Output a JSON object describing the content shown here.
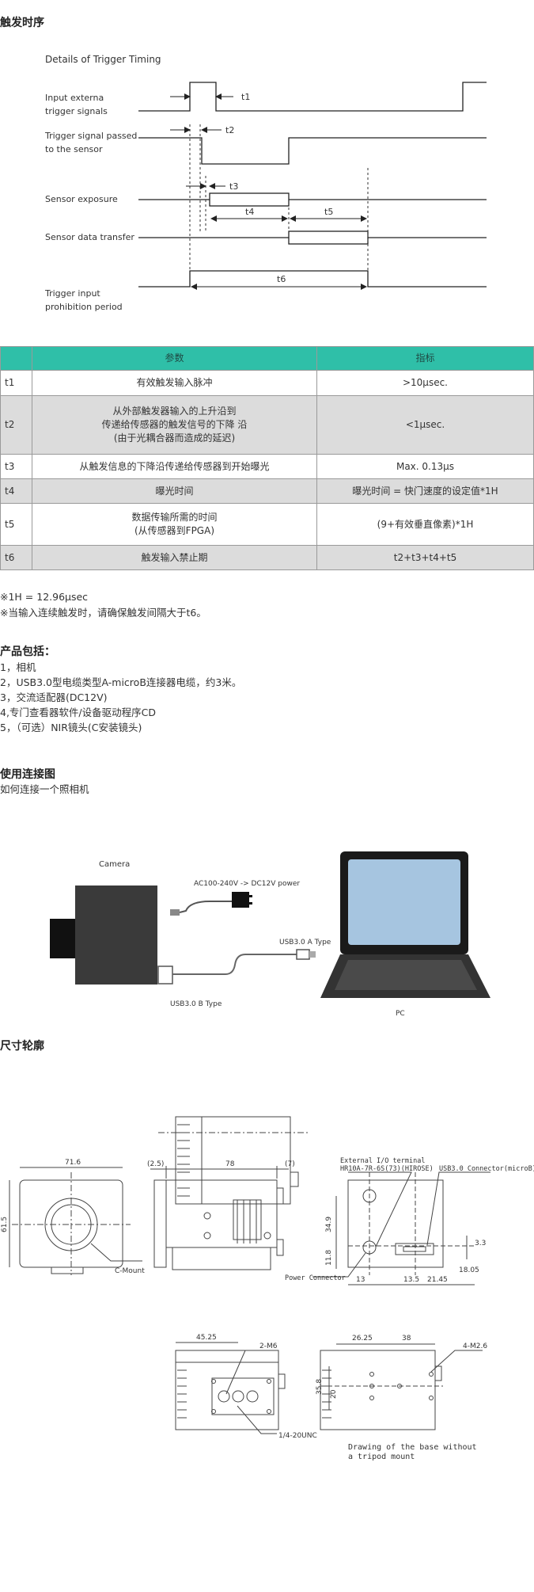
{
  "headings": {
    "timing": "触发时序",
    "package": "产品包括：",
    "connection": "使用连接图",
    "dimensions": "尺寸轮廓"
  },
  "timing_diagram": {
    "title": "Details of Trigger  Timing",
    "rows": [
      {
        "label1": "Input externa",
        "label2": "trigger signals"
      },
      {
        "label1": "Trigger signal passed",
        "label2": "to the sensor"
      },
      {
        "label1": "Sensor exposure",
        "label2": ""
      },
      {
        "label1": "Sensor data transfer",
        "label2": ""
      },
      {
        "label1": "Trigger input",
        "label2": "prohibition period"
      }
    ],
    "markers": [
      "t1",
      "t2",
      "t3",
      "t4",
      "t5",
      "t6"
    ]
  },
  "spec_table": {
    "headers": [
      "",
      "参数",
      "指标"
    ],
    "rows": [
      {
        "key": "t1",
        "param": [
          "有效触发输入脉冲"
        ],
        "value": ">10μsec."
      },
      {
        "key": "t2",
        "param": [
          "从外部触发器输入的上升沿到",
          "传递给传感器的触发信号的下降 沿",
          "(由于光耦合器而造成的延迟)"
        ],
        "value": "<1μsec."
      },
      {
        "key": "t3",
        "param": [
          "从触发信息的下降沿传递给传感器到开始曝光"
        ],
        "value": "Max.  0.13μs"
      },
      {
        "key": "t4",
        "param": [
          "曝光时间"
        ],
        "value": "曝光时间 = 快门速度的设定值*1H"
      },
      {
        "key": "t5",
        "param": [
          "数据传输所需的时间",
          "(从传感器到FPGA)"
        ],
        "value": "(9+有效垂直像素)*1H"
      },
      {
        "key": "t6",
        "param": [
          "触发输入禁止期"
        ],
        "value": "t2+t3+t4+t5"
      }
    ]
  },
  "notes": [
    "※1H = 12.96μsec",
    "※当输入连续触发时，请确保触发间隔大于t6。"
  ],
  "package_items": [
    "1，相机",
    "2，USB3.0型电缆类型A-microB连接器电缆，约3米。",
    "3，交流适配器(DC12V)",
    "4,专门查看器软件/设备驱动程序CD",
    "5，（可选）NIR镜头(C安装镜头)"
  ],
  "connection": {
    "subtitle": "如何连接一个照相机",
    "camera_label": "Camera",
    "power_label": "AC100-240V -> DC12V power",
    "usb_a_label": "USB3.0 A Type",
    "usb_b_label": "USB3.0 B Type",
    "pc_label": "PC"
  },
  "drawing": {
    "front_width": "71.6",
    "front_height": "61.5",
    "c_mount": "C-Mount",
    "side_left": "(2.5)",
    "side_mid": "78",
    "side_right": "(7)",
    "ext_io_1": "External I/O terminal",
    "ext_io_2": "HR10A-7R-6S(73)(HIROSE)",
    "usb_connector": "USB3.0 Connector(microB)",
    "dim_349": "34.9",
    "dim_118": "11.8",
    "dim_33": "3.3",
    "power_connector": "Power Connector",
    "dim_13": "13",
    "dim_135": "13.5",
    "dim_2145": "21.45",
    "dim_1805": "18.05",
    "dim_4525": "45.25",
    "dim_2m6": "2-M6",
    "dim_quarter": "1/4-20UNC",
    "dim_2625": "26.25",
    "dim_38": "38",
    "dim_4m26": "4-M2.6",
    "dim_358": "35.8",
    "dim_20": "20",
    "caption1": "Drawing of the base without",
    "caption2": "a tripod mount"
  }
}
